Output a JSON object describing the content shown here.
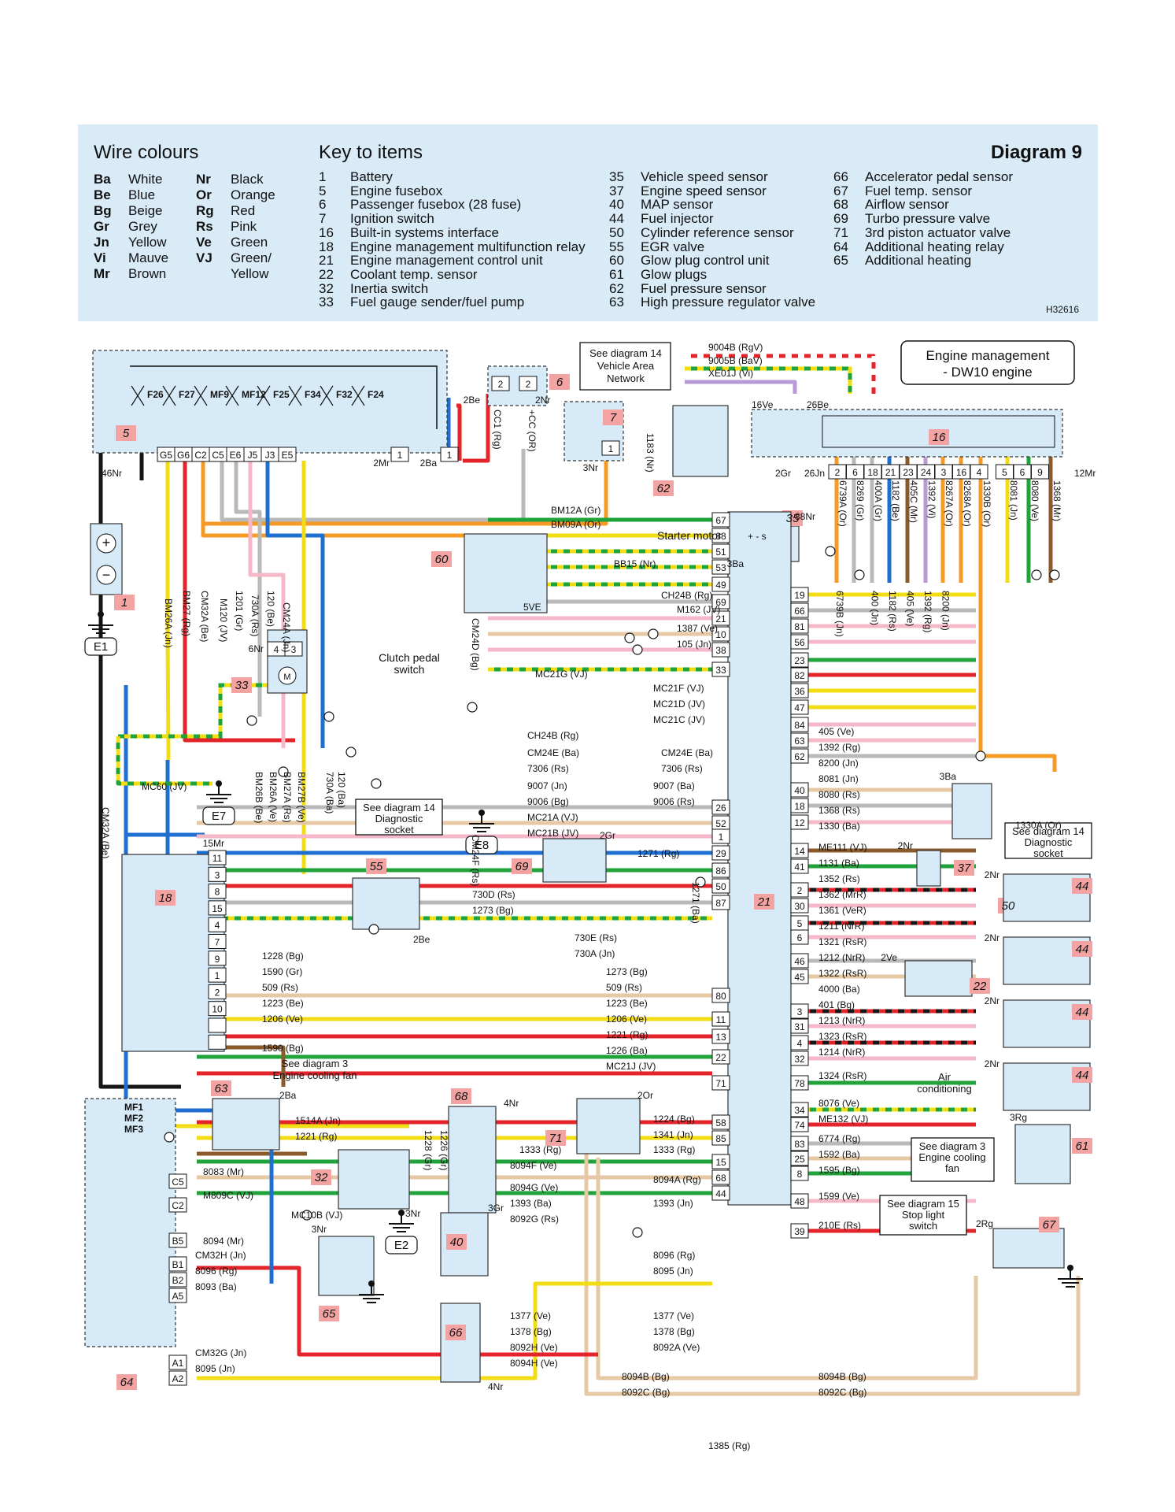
{
  "header": {
    "wire_colours_title": "Wire colours",
    "key_title": "Key to items",
    "diagram_title": "Diagram 9",
    "code": "H32616",
    "wire_colours": [
      {
        "code": "Ba",
        "name": "White"
      },
      {
        "code": "Be",
        "name": "Blue"
      },
      {
        "code": "Bg",
        "name": "Beige"
      },
      {
        "code": "Gr",
        "name": "Grey"
      },
      {
        "code": "Jn",
        "name": "Yellow"
      },
      {
        "code": "Vi",
        "name": "Mauve"
      },
      {
        "code": "Mr",
        "name": "Brown"
      },
      {
        "code": "Nr",
        "name": "Black"
      },
      {
        "code": "Or",
        "name": "Orange"
      },
      {
        "code": "Rg",
        "name": "Red"
      },
      {
        "code": "Rs",
        "name": "Pink"
      },
      {
        "code": "Ve",
        "name": "Green"
      },
      {
        "code": "VJ",
        "name": "Green/"
      },
      {
        "code": "",
        "name": "Yellow"
      }
    ],
    "key_col1": [
      {
        "n": "1",
        "t": "Battery"
      },
      {
        "n": "5",
        "t": "Engine fusebox"
      },
      {
        "n": "6",
        "t": "Passenger fusebox (28 fuse)"
      },
      {
        "n": "7",
        "t": "Ignition switch"
      },
      {
        "n": "16",
        "t": "Built-in systems interface"
      },
      {
        "n": "18",
        "t": "Engine management multifunction relay"
      },
      {
        "n": "21",
        "t": "Engine management control unit"
      },
      {
        "n": "22",
        "t": "Coolant temp. sensor"
      },
      {
        "n": "32",
        "t": "Inertia switch"
      },
      {
        "n": "33",
        "t": "Fuel gauge sender/fuel pump"
      }
    ],
    "key_col2": [
      {
        "n": "35",
        "t": "Vehicle speed sensor"
      },
      {
        "n": "37",
        "t": "Engine speed sensor"
      },
      {
        "n": "40",
        "t": "MAP sensor"
      },
      {
        "n": "44",
        "t": "Fuel injector"
      },
      {
        "n": "50",
        "t": "Cylinder reference sensor"
      },
      {
        "n": "55",
        "t": "EGR valve"
      },
      {
        "n": "60",
        "t": "Glow plug control unit"
      },
      {
        "n": "61",
        "t": "Glow plugs"
      },
      {
        "n": "62",
        "t": "Fuel pressure sensor"
      },
      {
        "n": "63",
        "t": "High pressure regulator valve"
      }
    ],
    "key_col3": [
      {
        "n": "66",
        "t": "Accelerator pedal sensor"
      },
      {
        "n": "67",
        "t": "Fuel temp. sensor"
      },
      {
        "n": "68",
        "t": "Airflow sensor"
      },
      {
        "n": "69",
        "t": "Turbo pressure valve"
      },
      {
        "n": "71",
        "t": "3rd piston actuator valve"
      },
      {
        "n": "64",
        "t": "Additional heating relay"
      },
      {
        "n": "65",
        "t": "Additional heating"
      }
    ]
  },
  "colors": {
    "header_bg": "#d8ebf7",
    "component_fill": "#d6eaf8",
    "label_badge": "#f4a3a3",
    "Rg": "#e3242b",
    "Be": "#1f6fd1",
    "Jn": "#f2dc14",
    "Ve": "#1fa33a",
    "Or": "#f59b25",
    "Gr": "#b9b9b9",
    "Rs": "#f4b8c8",
    "Bg": "#e6c9a4",
    "Nr": "#151515",
    "Mr": "#8b5a2b",
    "Vi": "#b89ad6"
  },
  "diagram": {
    "title_line1": "Engine management",
    "title_line2": "- DW10 engine",
    "notes": {
      "vehicle_area": [
        "See diagram 14",
        "Vehicle Area",
        "Network"
      ],
      "diag_socket_left": [
        "See diagram 14",
        "Diagnostic",
        "socket"
      ],
      "diag_socket_right": [
        "See diagram 14",
        "Diagnostic",
        "socket"
      ],
      "cooling_fan_1": [
        "See diagram 3",
        "Engine cooling fan"
      ],
      "cooling_fan_2": [
        "See diagram 3",
        "Engine cooling",
        "fan"
      ],
      "stop_light": [
        "See diagram 15",
        "Stop light",
        "switch"
      ],
      "starter_motor": "Starter motor",
      "clutch": [
        "Clutch pedal",
        "switch"
      ],
      "air_con": [
        "Air",
        "conditioning"
      ]
    },
    "fuses": [
      "F26",
      "F27",
      "MF9",
      "MF12",
      "F25",
      "F34",
      "F32",
      "F24"
    ],
    "fusebox_pins": [
      "G5",
      "G6",
      "C2",
      "C5",
      "E6",
      "J5",
      "J3",
      "E5"
    ],
    "relay64_fuses": [
      "MF1",
      "MF2",
      "MF3"
    ],
    "relay64_pins": [
      "C5",
      "C2",
      "B5",
      "B1",
      "B2",
      "A5",
      "A1",
      "A2"
    ],
    "badges": [
      "1",
      "5",
      "6",
      "7",
      "16",
      "18",
      "21",
      "22",
      "32",
      "33",
      "35",
      "37",
      "40",
      "44",
      "44",
      "44",
      "44",
      "50",
      "55",
      "60",
      "61",
      "62",
      "63",
      "64",
      "65",
      "66",
      "67",
      "68",
      "69",
      "71"
    ],
    "grounds": [
      "E1",
      "E7",
      "E8",
      "E2"
    ],
    "ecu_left_pins": [
      "67",
      "88",
      "51",
      "53",
      "49",
      "69",
      "21",
      "10",
      "38",
      "33",
      "26",
      "52",
      "1",
      "29",
      "86",
      "50",
      "87",
      "80",
      "11",
      "13",
      "22",
      "71",
      "58",
      "85",
      "15",
      "68",
      "44"
    ],
    "ecu_right_pins": [
      "19",
      "66",
      "81",
      "56",
      "23",
      "82",
      "36",
      "47",
      "84",
      "63",
      "62",
      "40",
      "18",
      "12",
      "14",
      "41",
      "2",
      "30",
      "5",
      "6",
      "46",
      "45",
      "3",
      "31",
      "4",
      "32",
      "78",
      "34",
      "74",
      "83",
      "25",
      "8",
      "48",
      "39"
    ],
    "bsi_pins": [
      "2",
      "6",
      "18",
      "21",
      "23",
      "24",
      "3",
      "16",
      "4",
      "5",
      "6",
      "9"
    ],
    "wire_labels": {
      "vertical_top": [
        "6739A (Or)",
        "8269 (Gr)",
        "400A (Gr)",
        "1182 (Be)",
        "405C (Mr)",
        "1392 (Vi)",
        "8267A (Or)",
        "8268A (Or)",
        "1330B (Or)",
        "8081 (Jn)",
        "8080 (Ve)",
        "1368 (Mr)"
      ],
      "vertical_mid": [
        "6739B (Jn)",
        "400 (Jn)",
        "1182 (Rs)",
        "405 (Ve)",
        "1392 (Rg)",
        "8200 (Jn)"
      ],
      "left_vertical": [
        "BM26A (Jn)",
        "BM27 (Rg)",
        "CM32A (Be)",
        "M120 (JV)",
        "1201 (Gr)",
        "730A (Rs)",
        "120 (Be)",
        "CM24A (Jn)",
        "CM24D (Bg)",
        "CC1 (Rg)",
        "+CC (OR)",
        "1183 (Nr)",
        "CM32A (Be)",
        "BM26B (Be)",
        "BM26A (Ve)",
        "BM27A (Rs)",
        "BM27B (Ve)",
        "730A (Ba)",
        "120 (Ba)",
        "CM24F (Rs)",
        "1271 (Ba)",
        "1228 (Gr)",
        "1226 (Gr)"
      ],
      "horizontal": [
        "9004B (RgV)",
        "9005B (BaV)",
        "XE01J (Vi)",
        "BM12A (Gr)",
        "BM09A (Or)",
        "BB15 (Nr)",
        "CH24B (Rg)",
        "M162 (JV)",
        "1387 (Ve)",
        "105 (Jn)",
        "MC21G (VJ)",
        "MC21F (VJ)",
        "MC21D (JV)",
        "MC21C (JV)",
        "CH24B (Rg)",
        "CM24E (Ba)",
        "CM24E (Ba)",
        "7306 (Rs)",
        "7306 (Rs)",
        "9007 (Jn)",
        "9007 (Ba)",
        "9006 (Bg)",
        "9006 (Rs)",
        "MC21A (VJ)",
        "MC21B (JV)",
        "MC60 (JV)",
        "730D (Rs)",
        "1273 (Bg)",
        "730E (Rs)",
        "730A (Jn)",
        "1271 (Rg)",
        "1228 (Bg)",
        "1590 (Gr)",
        "509 (Rs)",
        "1223 (Be)",
        "1206 (Ve)",
        "1273 (Bg)",
        "509 (Rs)",
        "1223 (Be)",
        "1206 (Ve)",
        "1221 (Rg)",
        "1226 (Ba)",
        "MC21J (JV)",
        "1590 (Bg)",
        "1514A (Jn)",
        "1221 (Rg)",
        "1224 (Bg)",
        "1341 (Jn)",
        "1333 (Rg)",
        "1333 (Rg)",
        "8094F (Ve)",
        "8094A (Rg)",
        "8094G (Ve)",
        "1393 (Ba)",
        "1393 (Jn)",
        "8092G (Rs)",
        "8096 (Rg)",
        "8095 (Jn)",
        "1377 (Ve)",
        "1377 (Ve)",
        "1378 (Bg)",
        "1378 (Bg)",
        "8092H (Ve)",
        "8092A (Ve)",
        "8094H (Ve)",
        "8094B (Bg)",
        "8094B (Bg)",
        "8092C (Bg)",
        "8092C (Bg)",
        "8083 (Mr)",
        "M809C (VJ)",
        "MC10B (VJ)",
        "8094 (Mr)",
        "CM32H (Jn)",
        "8096 (Rg)",
        "8093 (Ba)",
        "CM32G (Jn)",
        "8095 (Jn)",
        "405 (Ve)",
        "1392 (Rg)",
        "8200 (Jn)",
        "8081 (Jn)",
        "8080 (Rs)",
        "1368 (Rs)",
        "1330 (Ba)",
        "1330A (Or)",
        "ME111 (VJ)",
        "1131 (Ba)",
        "1352 (Rs)",
        "1362 (MrR)",
        "1361 (VeR)",
        "1211 (NrR)",
        "1321 (RsR)",
        "1212 (NrR)",
        "1322 (RsR)",
        "4000 (Ba)",
        "401 (Bg)",
        "1213 (NrR)",
        "1323 (RsR)",
        "1214 (NrR)",
        "1324 (RsR)",
        "8076 (Ve)",
        "ME132 (VJ)",
        "6774 (Rg)",
        "1592 (Ba)",
        "1595 (Bg)",
        "1599 (Ve)",
        "210E (Rs)",
        "1385 (Rg)"
      ]
    },
    "connector_labels": [
      "46Nr",
      "2Mr",
      "2Ba",
      "2Be",
      "2Nr",
      "3Nr",
      "16Ve",
      "26Be",
      "2Gr",
      "26Jn",
      "12Mr",
      "3Ba",
      "5VE",
      "88Nr",
      "6Nr",
      "15Mr",
      "2Be",
      "2Gr",
      "3Ba",
      "2Nr",
      "2Nr",
      "2Nr",
      "2Ve",
      "2Nr",
      "2Nr",
      "2Ba",
      "4Nr",
      "2Or",
      "3Nr",
      "3Nr",
      "3Gr",
      "4Nr",
      "2Rg",
      "3Rg"
    ]
  }
}
